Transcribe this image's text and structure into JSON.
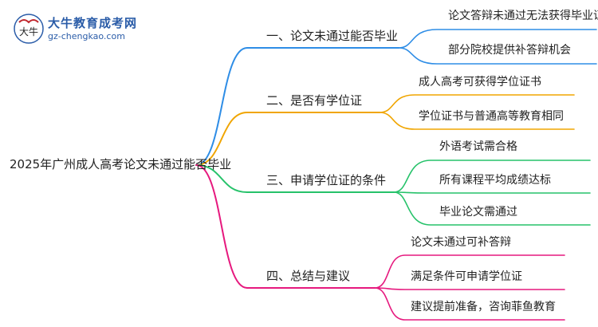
{
  "logo": {
    "title": "大牛教育成考网",
    "url": "gz-chengkao.com",
    "mark_text": "大牛"
  },
  "root": {
    "label": "2025年广州成人高考论文未通过能否毕业"
  },
  "branches": [
    {
      "label": "一、论文未通过能否毕业",
      "color": "#2e8de6",
      "children": [
        "论文答辩未通过无法获得毕业证",
        "部分院校提供补答辩机会"
      ]
    },
    {
      "label": "二、是否有学位证",
      "color": "#f0a500",
      "children": [
        "成人高考可获得学位证书",
        "学位证书与普通高等教育相同"
      ]
    },
    {
      "label": "三、申请学位证的条件",
      "color": "#26c26a",
      "children": [
        "外语考试需合格",
        "所有课程平均成绩达标",
        "毕业论文需通过"
      ]
    },
    {
      "label": "四、总结与建议",
      "color": "#e6197e",
      "children": [
        "论文未通过可补答辩",
        "满足条件可申请学位证",
        "建议提前准备，咨询菲鱼教育"
      ]
    }
  ]
}
